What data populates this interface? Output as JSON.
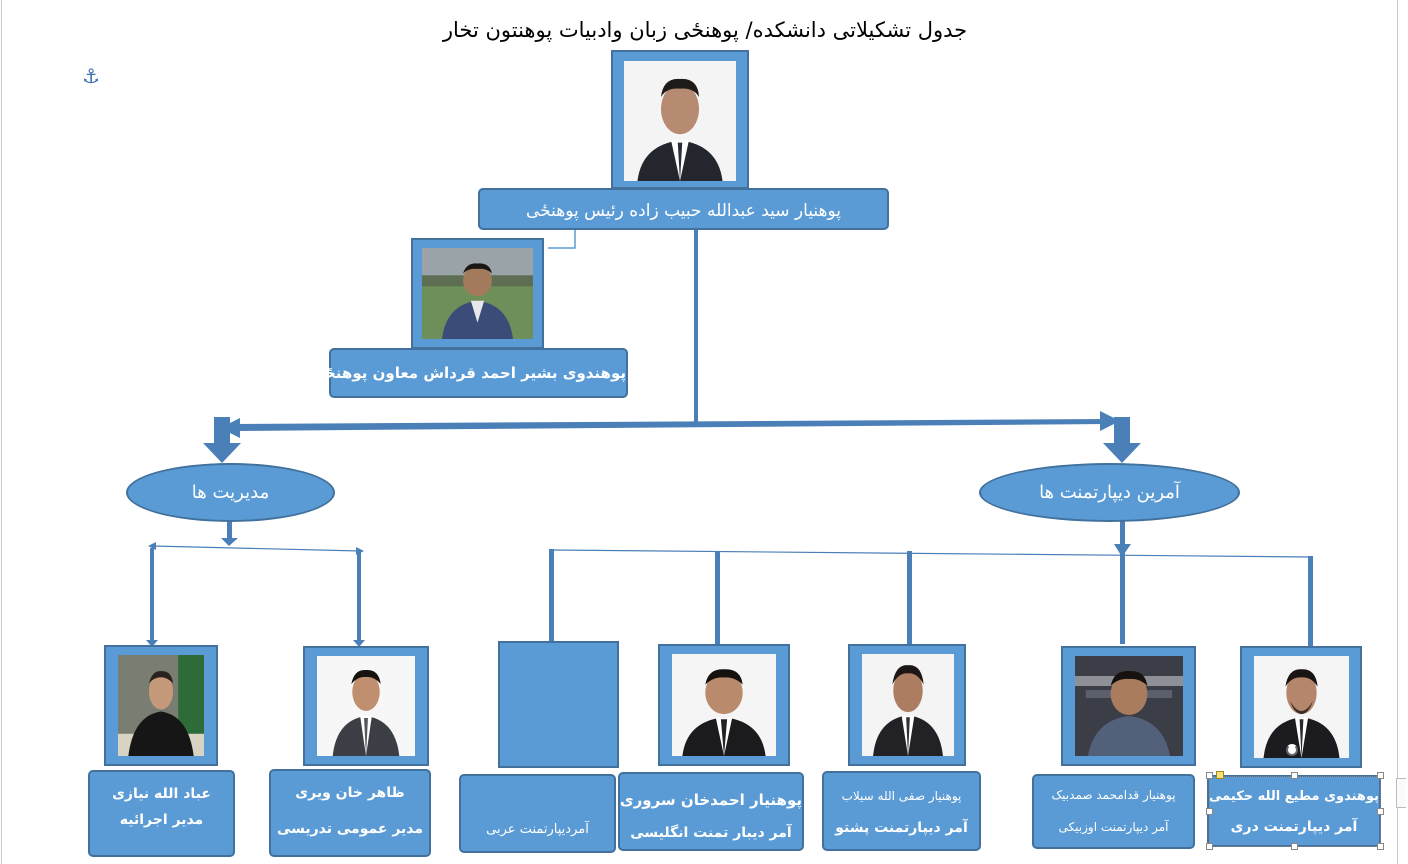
{
  "page": {
    "title": "جدول تشکیلاتی دانشکده/ پوهنځی زبان وادبیات پوهنتون تخار"
  },
  "icons": {
    "anchor": "anchor-icon",
    "rotate": "rotate-handle-icon"
  },
  "colors": {
    "box_fill": "#5b9bd5",
    "box_border": "#41719c",
    "text": "#ffffff"
  },
  "dean": {
    "label": "پوهنیار سید عبدالله حبیب زاده رئیس پوهنځی"
  },
  "deputy": {
    "label": "پوهندوی بشیر احمد قرداش معاون پوهنځی"
  },
  "groups": {
    "managements": "مدیریت ها",
    "departments": "آمرین دیپارتمنت ها"
  },
  "managers": [
    {
      "name": "عباد الله نیازی",
      "role": "مدیر اجرائیه"
    },
    {
      "name": "ظاهر خان ویری",
      "role": "مدیر عمومی تدریسی"
    }
  ],
  "department_heads": [
    {
      "name": "",
      "role": "آمردیپارتمنت عربی"
    },
    {
      "name": "پوهنیار احمدخان سروری",
      "role": "آمر دیبار تمنت انگلیسی"
    },
    {
      "name": "پوهنیار صفی الله سیلاب",
      "role": "آمر دیپارتمنت پشتو"
    },
    {
      "name": "پوهنیار قدامحمد صمدبیک",
      "role": "آمر دیپارتمنت اوزبیکی"
    },
    {
      "name": "پوهندوی مطیع الله حکیمی",
      "role": "آمر دیپارتمنت دری"
    }
  ]
}
